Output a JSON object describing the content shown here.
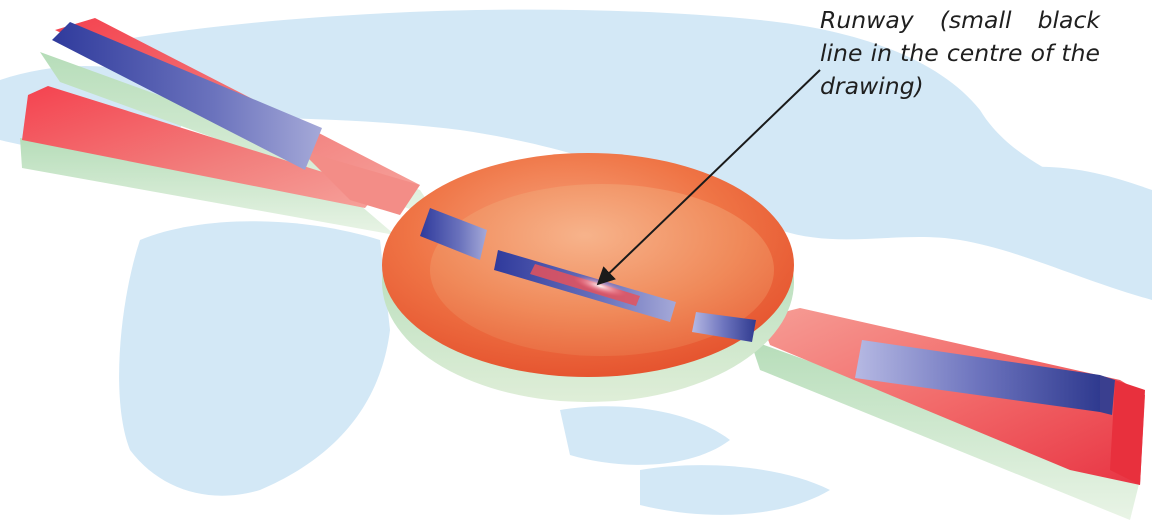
{
  "callout": {
    "line1": "Runway (small black",
    "line2": "line in the centre of the",
    "line3": "drawing)"
  },
  "colors": {
    "sky_blue": "#cfe6f6",
    "red_top": "#ef4b57",
    "red_dark": "#d63a3e",
    "orange_disc": "#ee6a3e",
    "green_side": "#a9d8b3",
    "blue_strip": "#45489a",
    "pointer": "#1a1a1a"
  }
}
